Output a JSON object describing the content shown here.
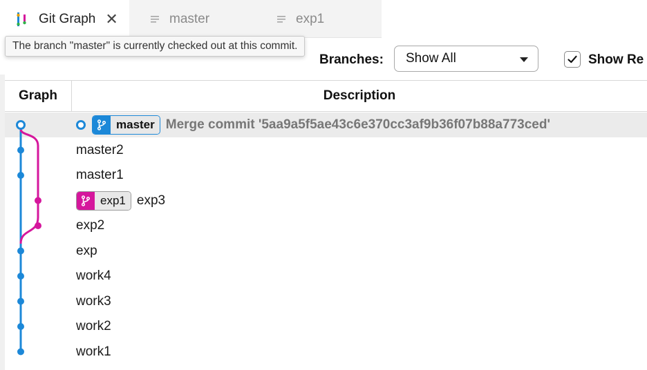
{
  "tabs": [
    {
      "label": "Git Graph",
      "active": true,
      "icon": "git-graph-icon"
    },
    {
      "label": "master",
      "active": false,
      "icon": "file-lines-icon"
    },
    {
      "label": "exp1",
      "active": false,
      "icon": "file-lines-icon"
    }
  ],
  "tooltip": "The branch \"master\" is currently checked out at this commit.",
  "controls": {
    "branches_label": "Branches:",
    "branches_selected": "Show All",
    "show_label": "Show Re",
    "show_checked": true
  },
  "table": {
    "headers": {
      "graph": "Graph",
      "description": "Description"
    },
    "rows": [
      {
        "message": "Merge commit '5aa9a5f5ae43c6e370cc3af9b36f07b88a773ced'",
        "refs": [
          {
            "name": "master",
            "kind": "master",
            "head": true
          }
        ],
        "selected": true
      },
      {
        "message": "master2",
        "refs": []
      },
      {
        "message": "master1",
        "refs": []
      },
      {
        "message": "exp3",
        "refs": [
          {
            "name": "exp1",
            "kind": "branch"
          }
        ]
      },
      {
        "message": "exp2",
        "refs": []
      },
      {
        "message": "exp",
        "refs": []
      },
      {
        "message": "work4",
        "refs": []
      },
      {
        "message": "work3",
        "refs": []
      },
      {
        "message": "work2",
        "refs": []
      },
      {
        "message": "work1",
        "refs": []
      }
    ]
  },
  "colors": {
    "master_lane": "#1c88d8",
    "branch_lane": "#d5169c",
    "selected_row": "#ebebeb"
  }
}
